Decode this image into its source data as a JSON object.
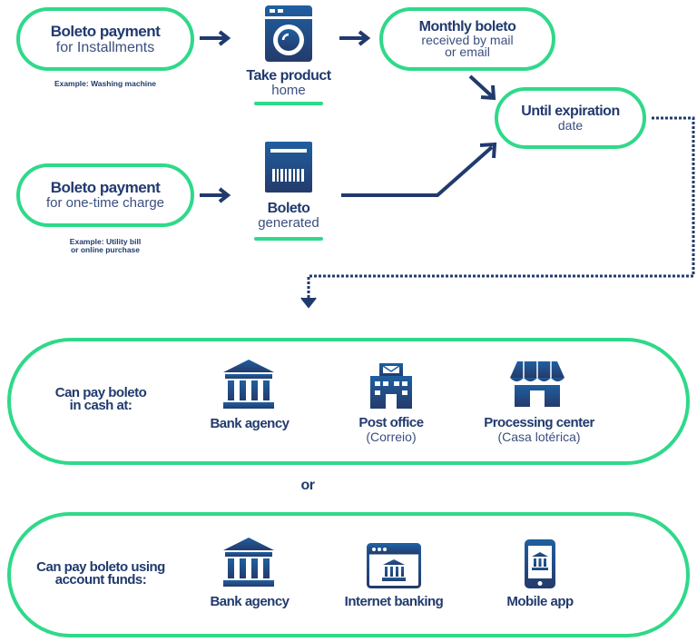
{
  "top_flow": {
    "installments_box": {
      "title": "Boleto payment",
      "subtitle": "for Installments"
    },
    "installments_example": "Example: Washing machine",
    "take_product": {
      "title": "Take product",
      "subtitle": "home"
    },
    "monthly_box": {
      "title": "Monthly boleto",
      "line2": "received by mail",
      "line3": "or email"
    },
    "expiration_box": {
      "title": "Until expiration",
      "subtitle": "date"
    },
    "onetime_box": {
      "title": "Boleto payment",
      "subtitle": "for one-time charge"
    },
    "onetime_example_line1": "Example: Utility bill",
    "onetime_example_line2": "or online purchase",
    "boleto_generated": {
      "title": "Boleto",
      "subtitle": "generated"
    }
  },
  "cash_box": {
    "label_line1": "Can pay boleto",
    "label_line2": "in cash at:",
    "options": [
      {
        "title": "Bank agency",
        "subtitle": "",
        "icon": "bank-icon"
      },
      {
        "title": "Post office",
        "subtitle": "(Correio)",
        "icon": "post-office-icon"
      },
      {
        "title": "Processing center",
        "subtitle": "(Casa lotérica)",
        "icon": "storefront-icon"
      }
    ]
  },
  "or_label": "or",
  "funds_box": {
    "label_line1": "Can pay boleto using",
    "label_line2": "account funds:",
    "options": [
      {
        "title": "Bank agency",
        "icon": "bank-icon"
      },
      {
        "title": "Internet banking",
        "icon": "browser-bank-icon"
      },
      {
        "title": "Mobile app",
        "icon": "mobile-phone-icon"
      }
    ]
  },
  "colors": {
    "navy": "#213a6e",
    "green": "#2fd98a",
    "icon_gradient_top": "#1f5fa0",
    "icon_gradient_bottom": "#243b6b"
  }
}
